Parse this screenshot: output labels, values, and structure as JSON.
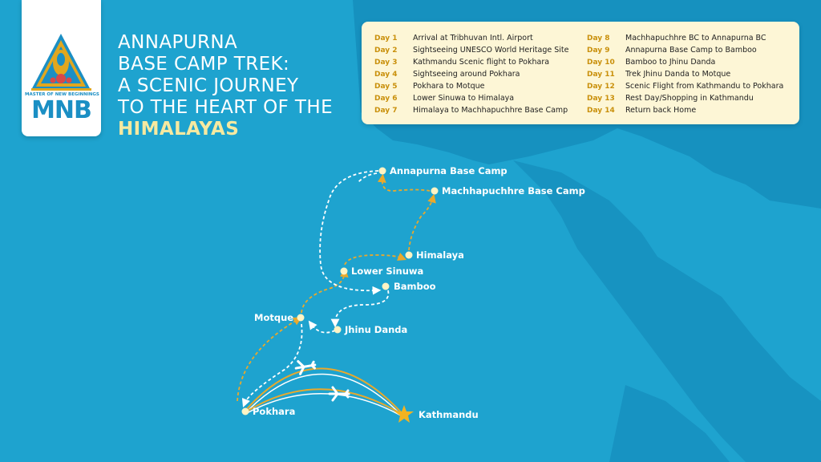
{
  "brand": {
    "logo_text": "MNB",
    "tagline": "MASTER OF NEW BEGINNINGS"
  },
  "title": {
    "line1": "ANNAPURNA",
    "line2": "BASE CAMP TREK:",
    "line3": "A SCENIC JOURNEY",
    "line4": "TO THE HEART OF THE",
    "highlight": "HIMALAYAS"
  },
  "itinerary": [
    {
      "day": "Day 1",
      "desc": "Arrival at Tribhuvan Intl. Airport"
    },
    {
      "day": "Day 2",
      "desc": "Sightseeing UNESCO World Heritage Site"
    },
    {
      "day": "Day 3",
      "desc": "Kathmandu Scenic flight to Pokhara"
    },
    {
      "day": "Day 4",
      "desc": "Sightseeing around Pokhara"
    },
    {
      "day": "Day 5",
      "desc": "Pokhara to Motque"
    },
    {
      "day": "Day 6",
      "desc": "Lower Sinuwa to Himalaya"
    },
    {
      "day": "Day 7",
      "desc": "Himalaya to Machhapuchhre Base Camp"
    },
    {
      "day": "Day 8",
      "desc": "Machhapuchhre BC to Annapurna BC"
    },
    {
      "day": "Day 9",
      "desc": "Annapurna Base Camp to Bamboo"
    },
    {
      "day": "Day 10",
      "desc": "Bamboo to Jhinu Danda"
    },
    {
      "day": "Day 11",
      "desc": "Trek Jhinu Danda to Motque"
    },
    {
      "day": "Day 12",
      "desc": "Scenic Flight from Kathmandu to Pokhara"
    },
    {
      "day": "Day 13",
      "desc": "Rest Day/Shopping in Kathmandu"
    },
    {
      "day": "Day 14",
      "desc": "Return back Home"
    }
  ],
  "places": {
    "annapurna_bc": "Annapurna Base Camp",
    "machhapuchhre_bc": "Machhapuchhre Base Camp",
    "himalaya": "Himalaya",
    "lower_sinuwa": "Lower Sinuwa",
    "bamboo": "Bamboo",
    "motque": "Motque",
    "jhinu_danda": "Jhinu Danda",
    "pokhara": "Pokhara",
    "kathmandu": "Kathmandu"
  },
  "colors": {
    "sea": "#1ea3cf",
    "land": "#1691bf",
    "card": "#fdf6d6",
    "day_label": "#c9900c",
    "highlight": "#f6e9a0",
    "outbound_route": "#e9a92c",
    "return_route": "#ffffff",
    "marker": "#fff4c4",
    "destination_star": "#f2b321",
    "logo_blue": "#1b8fc4",
    "logo_gold": "#e2a71e"
  },
  "icons": {
    "flight": "airplane-icon",
    "destination": "star-icon",
    "waypoint": "dot-marker"
  }
}
